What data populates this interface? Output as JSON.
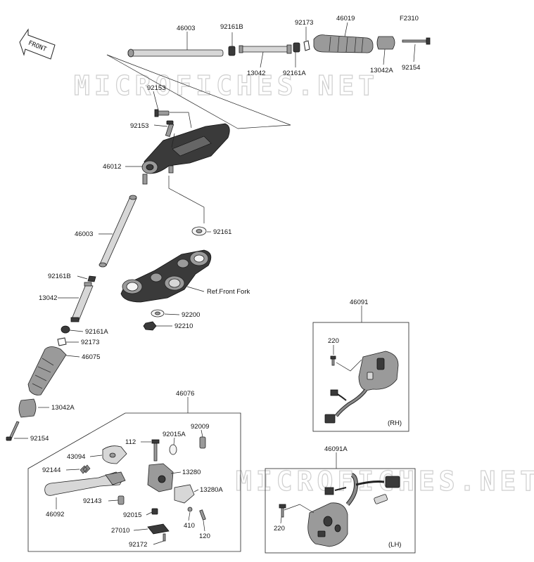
{
  "figure_code": "F2310",
  "front_badge": "FRONT",
  "watermark": "MICROFICHES.NET",
  "box_labels": {
    "rh": "(RH)",
    "lh": "(LH)"
  },
  "labels": {
    "p46003_top": "46003",
    "p92161B_top": "92161B",
    "p92173_top": "92173",
    "p46019": "46019",
    "p13042_top": "13042",
    "p92161A_top": "92161A",
    "p13042A_top": "13042A",
    "p92154_top": "92154",
    "p92153_a": "92153",
    "p92153_b": "92153",
    "p46012": "46012",
    "p46003_left": "46003",
    "p92161": "92161",
    "ref_front_fork": "Ref.Front Fork",
    "p92161B_left": "92161B",
    "p13042_left": "13042",
    "p92200": "92200",
    "p92210": "92210",
    "p92161A_left": "92161A",
    "p92173_left": "92173",
    "p46075": "46075",
    "p13042A_left": "13042A",
    "p92154_left": "92154",
    "p46091": "46091",
    "p220_rh": "220",
    "p46076": "46076",
    "p112": "112",
    "p92015A": "92015A",
    "p92009": "92009",
    "p43094": "43094",
    "p92144": "92144",
    "p13280": "13280",
    "p13280A": "13280A",
    "p92143": "92143",
    "p46092": "46092",
    "p92015": "92015",
    "p410": "410",
    "p120": "120",
    "p27010": "27010",
    "p92172": "92172",
    "p46091A": "46091A",
    "p220_lh": "220"
  }
}
